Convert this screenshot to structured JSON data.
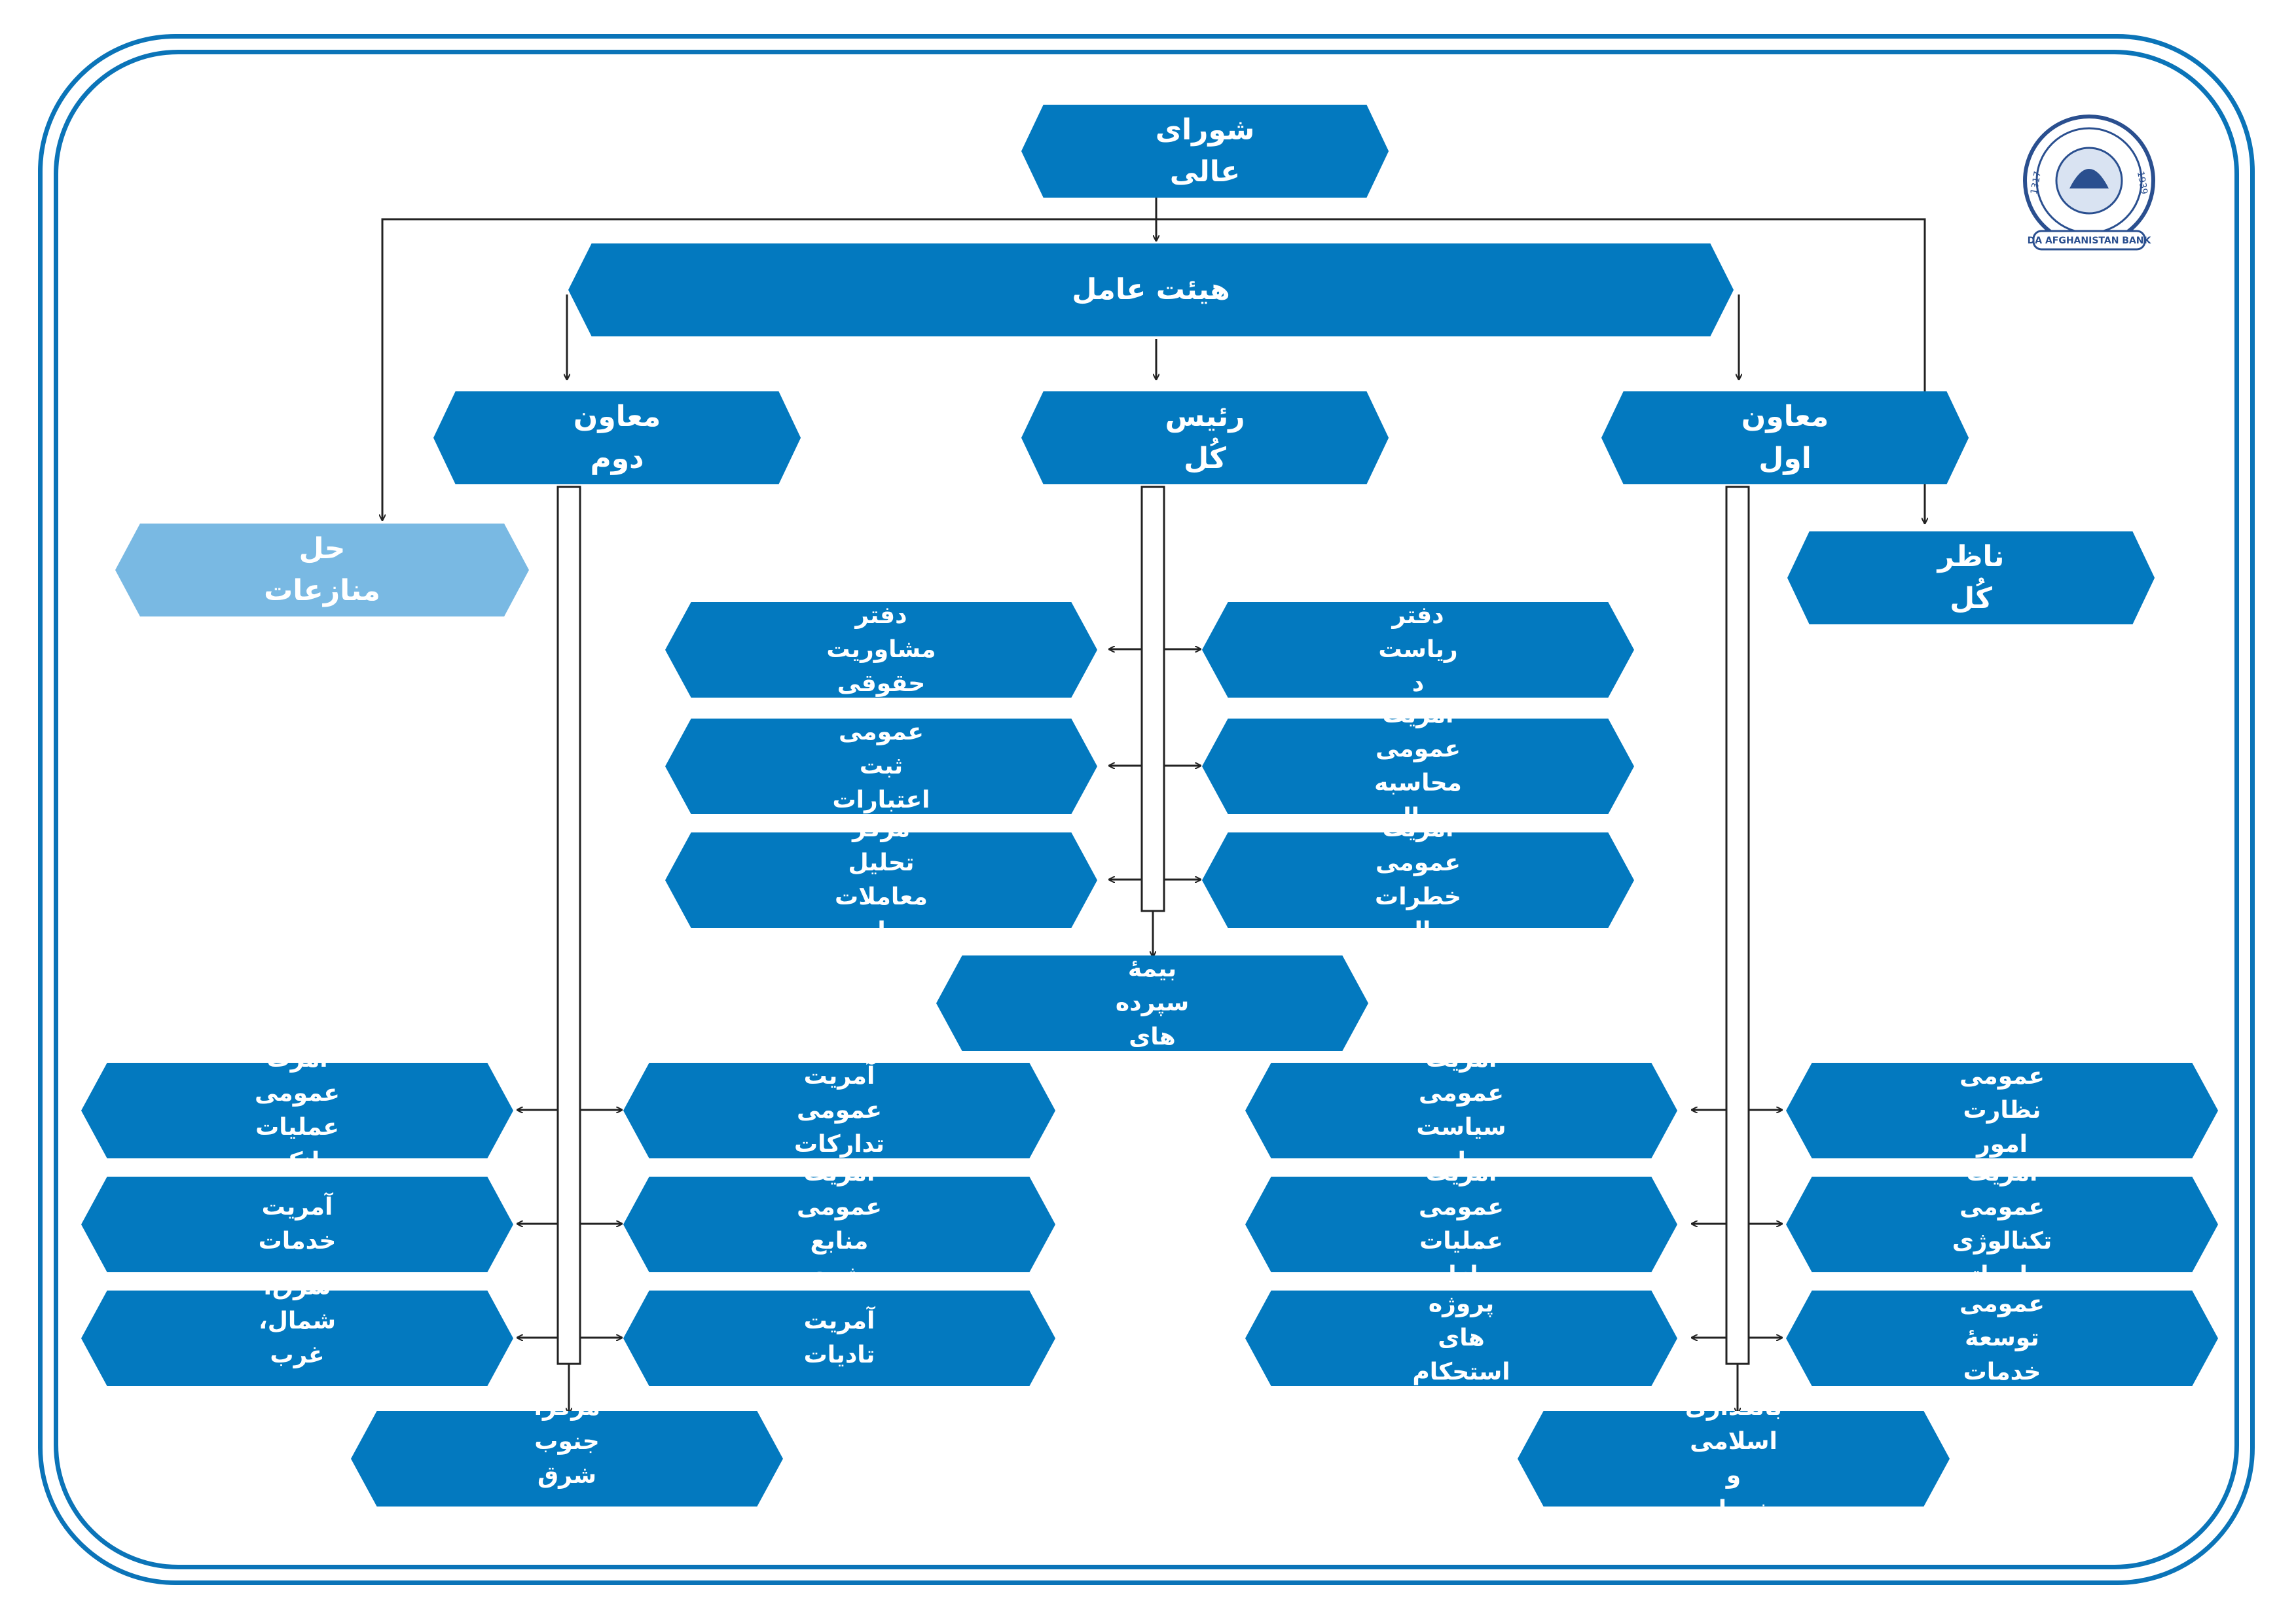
{
  "colors": {
    "accent": "#0379bf",
    "frame": "#0b74b8",
    "light_box": "#79b9e3",
    "connector": "#222222"
  },
  "logo": {
    "label": "DA AFGHANISTAN BANK",
    "year_left": "1317",
    "year_right": "1939"
  },
  "nodes": {
    "council": "شورای عالی",
    "executive_board": "هیئت عامل",
    "governor": "رئیس کُل",
    "first_deputy": "معاون اول",
    "second_deputy": "معاون دوم",
    "inspector_general": "ناظر کُل",
    "dispute_commission": "کمیسیون حل منازعات مالی",
    "gov_right": [
      "آمریت عمومی دفتر ریاست\nد افغانستان بانک",
      "آمریت عمومی محاسبه و مالی",
      "آمریت عمومی خطرات مالی"
    ],
    "gov_left": [
      "دفتر مشاوریت حقوقی",
      "آمریت عمومی ثبت اعتبارات عامه",
      "آمریت عمومی مرکز تحلیل\nمعاملات و راپور های مالی"
    ],
    "deposit_insurance": "آمریت بیمۀ سپرده های افغان",
    "first_outer": [
      "آمریت عمومی نظارت امور مالی",
      "آمریت عمومی تکنالوژی معلوماتی",
      "آمریت عمومی توسعۀ خدمات مالی"
    ],
    "first_inner": [
      "آمریت عمومی سیاست پولی",
      "آمریت عمومی عملیات بازار",
      "آمریت عمومی پروژه های\nاستحکام سکتور مالی"
    ],
    "islamic_banking": "آمریت بانکداری اسلامی و\nخدمات اسلامی",
    "second_inner": [
      "آمریت عمومی تدارکات",
      "آمریت عمومی منابع بشری",
      "آمریت تادیات"
    ],
    "second_outer": [
      "آمرت عمومی عملیات بانکی",
      "آمریت خدمات",
      "آمریت زون شرق، شمال، غرب\nو جنوب غرب"
    ],
    "central_zone": "آمریت زون مرکز، جنوب شرق\nو شمال شرق"
  }
}
